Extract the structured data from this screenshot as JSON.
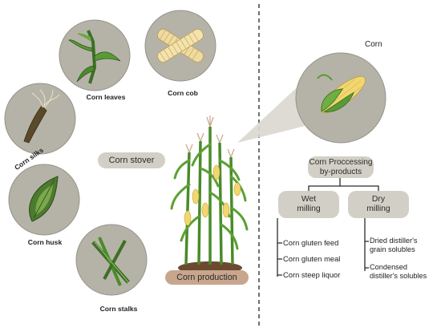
{
  "left": {
    "center_label": "Corn stover",
    "parts": [
      {
        "id": "leaves",
        "label": "Corn leaves",
        "icon": "corn-leaves-icon"
      },
      {
        "id": "cob",
        "label": "Corn cob",
        "icon": "corn-cob-icon"
      },
      {
        "id": "silks",
        "label": "Corn silks",
        "icon": "corn-silks-icon"
      },
      {
        "id": "husk",
        "label": "Corn husk",
        "icon": "corn-husk-icon"
      },
      {
        "id": "stalks",
        "label": "Corn stalks",
        "icon": "corn-stalks-icon"
      }
    ],
    "plant_label": "Corn production"
  },
  "right": {
    "corn_label": "Corn",
    "processing": {
      "line1": "Corn Proccessing",
      "line2": "by-products"
    },
    "wet": {
      "line1": "Wet",
      "line2": "milling",
      "products": [
        "Corn gluten feed",
        "Corn gluten meal",
        "Corn steep liquor"
      ]
    },
    "dry": {
      "line1": "Dry",
      "line2": "milling",
      "products": [
        {
          "line1": "Dried distiller's",
          "line2": "grain solubles"
        },
        {
          "line1": "Condensed",
          "line2": "distiller's solubles"
        }
      ]
    }
  },
  "colors": {
    "pill": "#d2d0c6",
    "circle": "#b5b3a7",
    "circle_stroke": "#93918a",
    "leaf_green": "#4c8a2c",
    "kernel_yellow": "#f2d670",
    "soil": "#6b4a2f",
    "divider": "#333333"
  }
}
